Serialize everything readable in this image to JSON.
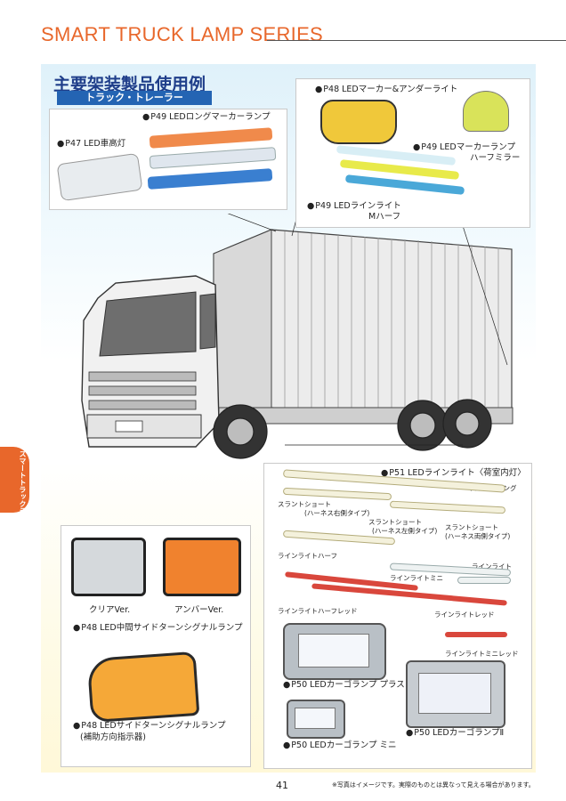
{
  "header": {
    "series_title": "SMART TRUCK LAMP SERIES"
  },
  "main": {
    "title": "主要架装製品使用例",
    "subtitle": "トラック・トレーラー"
  },
  "callouts": {
    "p49_long_marker": "P49 LEDロングマーカーランプ",
    "p47_height": "P47 LED車高灯",
    "p48_marker_under": "P48 LEDマーカー&アンダーライト",
    "p49_marker_half_mirror_1": "P49 LEDマーカーランプ",
    "p49_marker_half_mirror_2": "ハーフミラー",
    "p49_line_light_1": "P49 LEDラインライト",
    "p49_line_light_2": "Mハーフ"
  },
  "line_lights": {
    "title": "P51 LEDラインライト〈荷室内灯〉",
    "slant_long": "スラントロング",
    "slant_short_right_1": "スラントショート",
    "slant_short_right_2": "(ハーネス右側タイプ)",
    "slant_short_left_1": "スラントショート",
    "slant_short_left_2": "(ハーネス左側タイプ)",
    "slant_short_both_1": "スラントショート",
    "slant_short_both_2": "(ハーネス両側タイプ)",
    "line_half": "ラインライトハーフ",
    "line_light": "ラインライト",
    "line_mini": "ラインライトミニ",
    "line_half_red": "ラインライトハーフレッド",
    "line_red": "ラインライトレッド",
    "line_mini_red": "ラインライトミニレッド"
  },
  "cargo": {
    "plus": "P50 LEDカーゴランプ プラス",
    "mini": "P50 LEDカーゴランプ ミニ",
    "cargo2": "P50 LEDカーゴランプⅡ"
  },
  "turn": {
    "clear": "クリアVer.",
    "amber": "アンバーVer.",
    "middle_side": "P48 LED中間サイドターンシグナルランプ",
    "side_1": "P48 LEDサイドターンシグナルランプ",
    "side_2": "(補助方向指示器)"
  },
  "side_tab": "スマートトラックランプ",
  "page_number": "41",
  "footnote": "※写真はイメージです。実際のものとは異なって見える場合があります。",
  "colors": {
    "accent_orange": "#e8672b",
    "title_blue": "#1f3e8a",
    "bar_blue": "#2464b3"
  }
}
